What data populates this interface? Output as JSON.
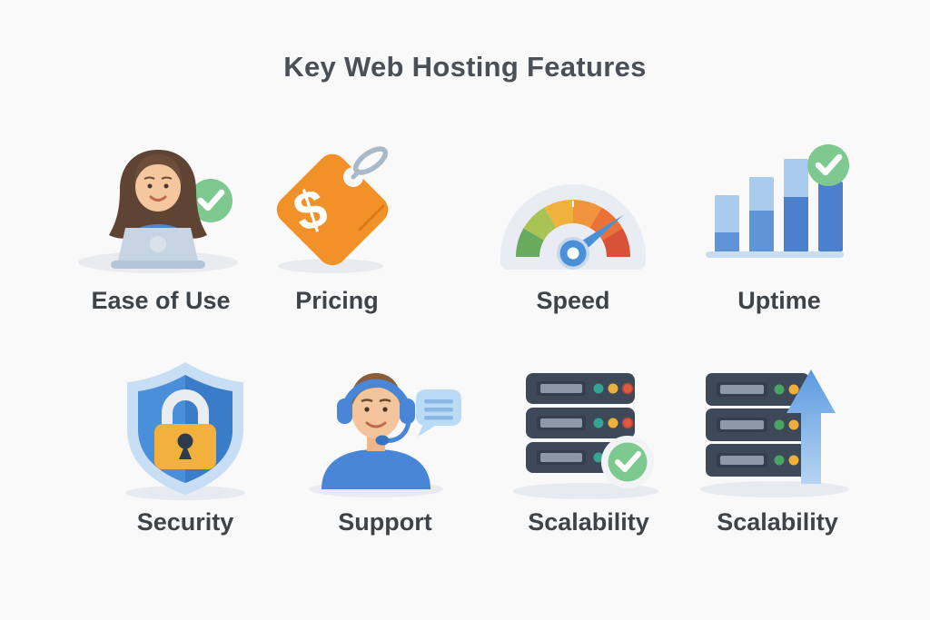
{
  "title": "Key Web Hosting Features",
  "features": [
    {
      "label": "Ease of Use",
      "icon": "woman-laptop-check-icon"
    },
    {
      "label": "Pricing",
      "icon": "price-tag-icon"
    },
    {
      "label": "Speed",
      "icon": "speedometer-icon"
    },
    {
      "label": "Uptime",
      "icon": "uptime-bar-chart-check-icon"
    },
    {
      "label": "Security",
      "icon": "shield-padlock-icon"
    },
    {
      "label": "Support",
      "icon": "support-agent-headset-icon"
    },
    {
      "label": "Scalability",
      "icon": "server-stack-check-icon"
    },
    {
      "label": "Scalability",
      "icon": "server-stack-growth-arrow-icon"
    }
  ],
  "colors": {
    "background": "#faf9f9",
    "title_text": "#4b5056",
    "label_text": "#3e4348",
    "accent_blue": "#4a86d8",
    "light_blue": "#a9cbee",
    "check_green": "#7dc98f",
    "tag_orange": "#f19127",
    "lock_gold": "#f2b03c",
    "server_navy": "#3d4859",
    "gauge_colors": [
      "#6aaa5f",
      "#a9c455",
      "#f0b23d",
      "#f0953d",
      "#ea7239",
      "#d8523a"
    ],
    "skin_tone": "#f5c79f",
    "hair_brown_dark": "#5f4434",
    "hair_brown_light": "#8a5c38",
    "shadow_gray": "#e9ebef"
  }
}
